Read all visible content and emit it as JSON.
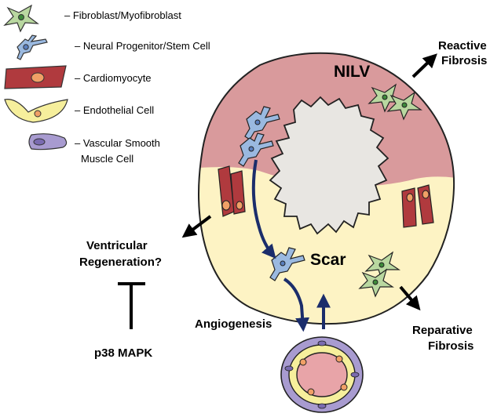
{
  "legend": {
    "items": [
      {
        "label": "– Fibroblast/Myofibroblast"
      },
      {
        "label": "– Neural Progenitor/Stem Cell"
      },
      {
        "label": "– Cardiomyocyte"
      },
      {
        "label": "– Endothelial Cell"
      },
      {
        "label": "– Vascular Smooth",
        "label2": "Muscle Cell"
      }
    ]
  },
  "labels": {
    "nilv": "NILV",
    "scar": "Scar",
    "reactive_1": "Reactive",
    "reactive_2": "Fibrosis",
    "reparative_1": "Reparative",
    "reparative_2": "Fibrosis",
    "ventricular_1": "Ventricular",
    "ventricular_2": "Regeneration?",
    "angiogenesis": "Angiogenesis",
    "p38": "p38 MAPK"
  },
  "colors": {
    "myocardium": "#d99a9c",
    "scar": "#fdf3c4",
    "lumen": "#e8e6e2",
    "cardiomyocyte": "#b03a3e",
    "fibroblast": "#b9d8a0",
    "neural": "#9ab9e0",
    "endothelial": "#f6ef9c",
    "smooth_muscle": "#a89bd0",
    "arrow_blue": "#1b2d6b"
  }
}
